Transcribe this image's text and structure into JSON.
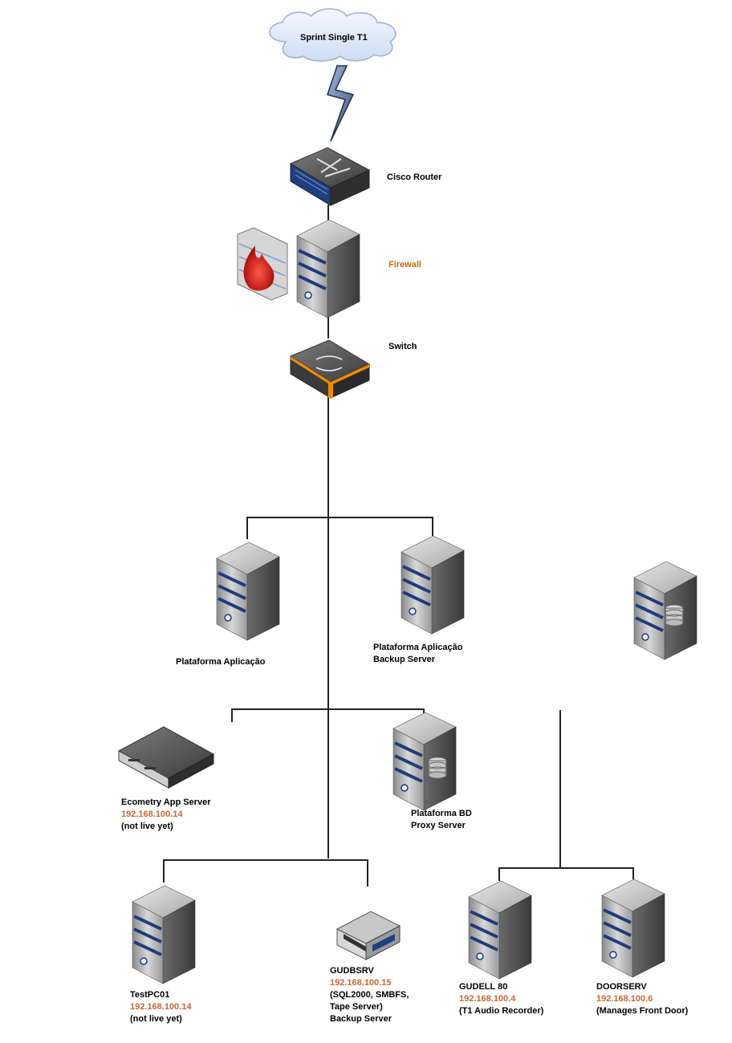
{
  "cloud": {
    "label": "Sprint Single T1"
  },
  "router": {
    "label": "Cisco Router"
  },
  "firewall": {
    "label": "Firewall",
    "label_color": "#cc6a00"
  },
  "switch": {
    "label": "Switch",
    "accent": "#f08a00"
  },
  "ip_color": "#c8663a",
  "nodes": {
    "plat_app": {
      "name": "Plataforma Aplicação"
    },
    "plat_app_backup": {
      "name": "Plataforma Aplicação",
      "line2": "Backup Server"
    },
    "ecometry": {
      "name": "Ecometry App Server",
      "ip": "192.168.100.14",
      "note": "(not live yet)"
    },
    "plat_bd": {
      "name": "Plataforma BD",
      "line2": "Proxy Server"
    },
    "testpc": {
      "name": "TestPC01",
      "ip": "192.168.100.14",
      "note": "(not live yet)"
    },
    "gudbsrv": {
      "name": "GUDBSRV",
      "ip": "192.168.100.15",
      "note1": "(SQL2000, SMBFS,",
      "note2": "Tape Server)",
      "note3": "Backup Server"
    },
    "gudell": {
      "name": "GUDELL 80",
      "ip": "192.168.100.4",
      "note": "(T1 Audio Recorder)"
    },
    "doorserv": {
      "name": "DOORSERV",
      "ip": "192.168.100.6",
      "note": "(Manages Front Door)"
    }
  }
}
